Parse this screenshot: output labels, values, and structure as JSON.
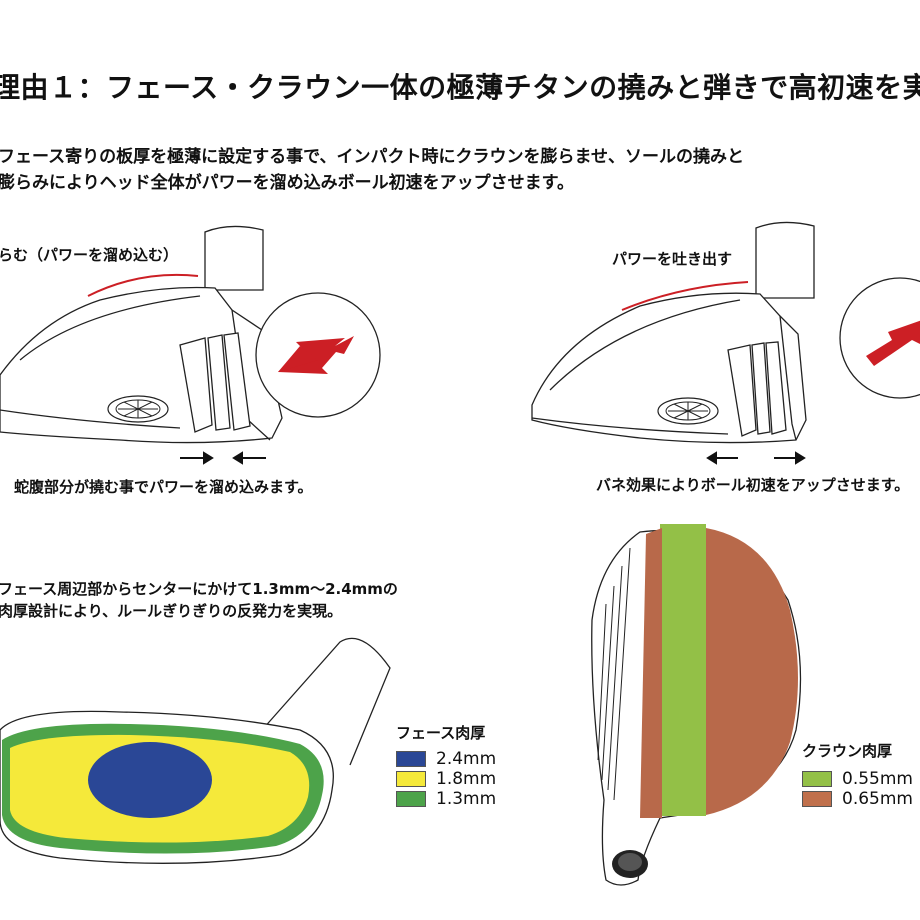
{
  "title": "理由１：フェース・クラウン一体の極薄チタンの撓みと弾きで高初速を実",
  "intro": {
    "line1": "フェース寄りの板厚を極薄に設定する事で、インパクト時にクラウンを膨らませ、ソールの撓みと",
    "line2": "膨らみによりヘッド全体がパワーを溜め込みボール初速をアップさせます。"
  },
  "left_diagram": {
    "label": "らむ（パワーを溜め込む）",
    "caption": "蛇腹部分が撓む事でパワーを溜め込みます。"
  },
  "right_diagram": {
    "label": "パワーを吐き出す",
    "caption": "バネ効果によりボール初速をアップさせます。"
  },
  "face_section": {
    "line1": "フェース周辺部からセンターにかけて1.3mm〜2.4mmの",
    "line2": "肉厚設計により、ルールぎりぎりの反発力を実現。",
    "legend_title": "フェース肉厚",
    "legend": [
      {
        "label": "2.4mm",
        "color": "#2a4796"
      },
      {
        "label": "1.8mm",
        "color": "#f5e93a"
      },
      {
        "label": "1.3mm",
        "color": "#4da34a"
      }
    ]
  },
  "crown_section": {
    "legend_title": "クラウン肉厚",
    "legend": [
      {
        "label": "0.55mm",
        "color": "#93c047"
      },
      {
        "label": "0.65mm",
        "color": "#c0704c"
      }
    ]
  },
  "colors": {
    "arrow_red": "#cc1f25",
    "stripe_red": "#b84b2e"
  }
}
